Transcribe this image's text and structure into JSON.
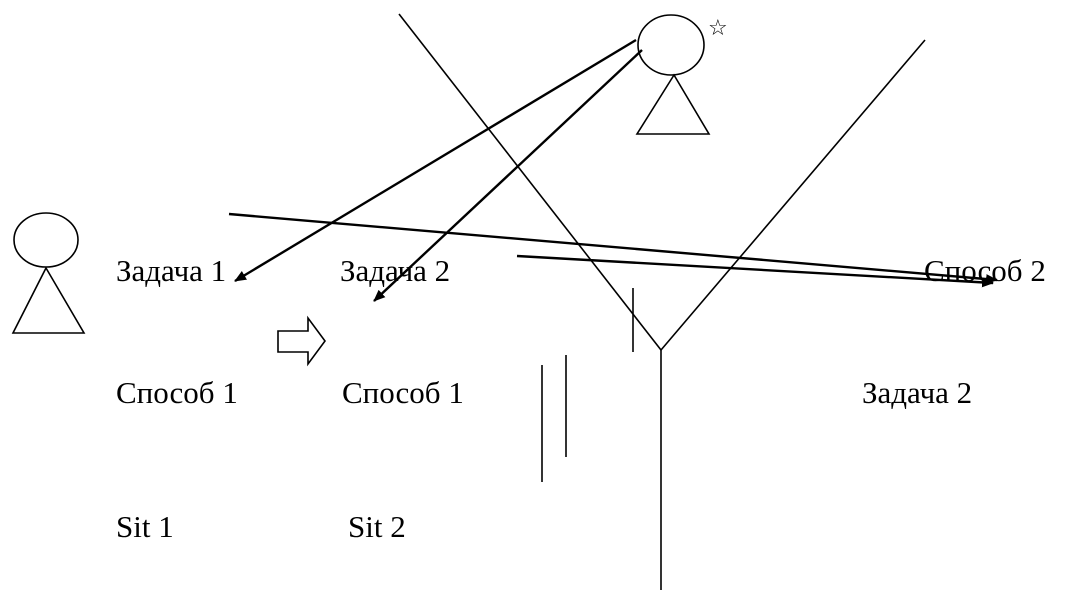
{
  "labels": {
    "left_task1": "Задача 1",
    "mid_task2": "Задача 2",
    "right_method2": "Способ 2",
    "left_method1": "Способ 1",
    "mid_method1": "Способ 1",
    "right_task2": "Задача 2",
    "sit1": "Sit 1",
    "sit2": "Sit 2"
  },
  "star_symbol": "☆",
  "colors": {
    "ink": "#000000",
    "background": "#ffffff"
  }
}
